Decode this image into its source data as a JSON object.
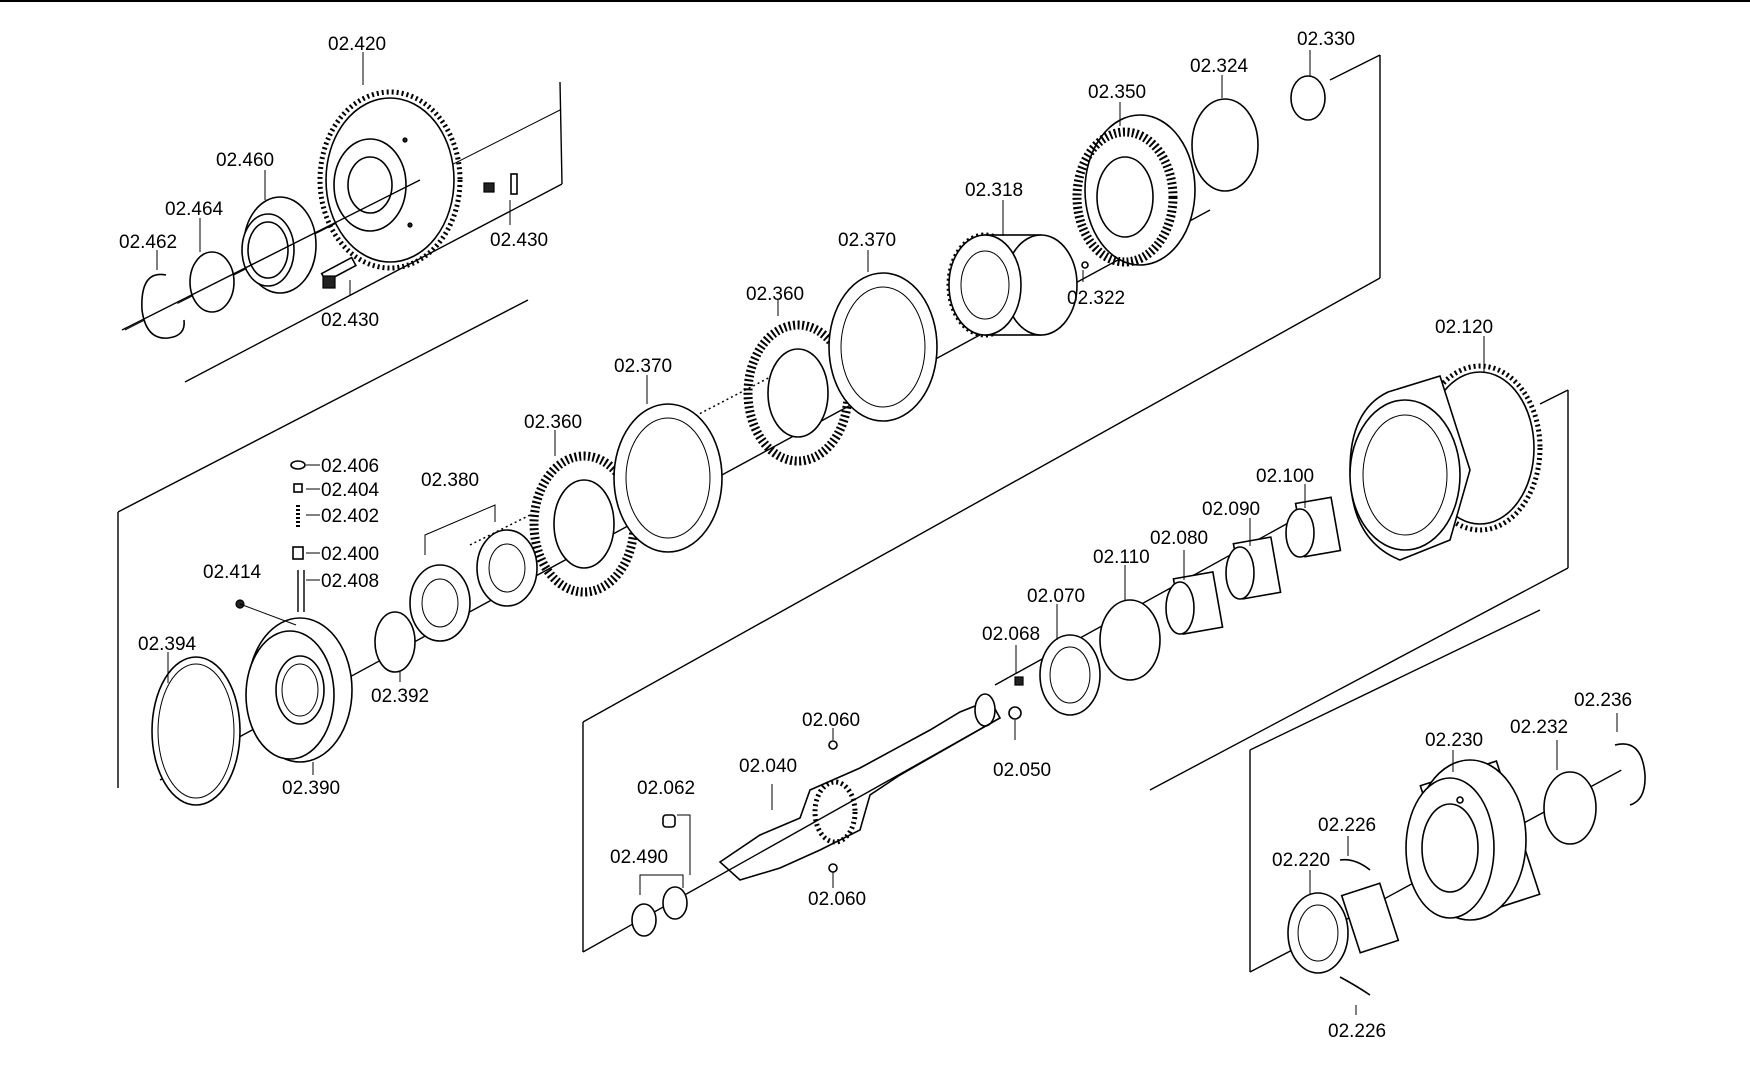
{
  "diagram": {
    "labels": [
      {
        "id": "l1",
        "text": "02.420"
      },
      {
        "id": "l2",
        "text": "02.460"
      },
      {
        "id": "l3",
        "text": "02.464"
      },
      {
        "id": "l4",
        "text": "02.462"
      },
      {
        "id": "l5",
        "text": "02.430"
      },
      {
        "id": "l6",
        "text": "02.430"
      },
      {
        "id": "l7",
        "text": "02.330"
      },
      {
        "id": "l8",
        "text": "02.324"
      },
      {
        "id": "l9",
        "text": "02.350"
      },
      {
        "id": "l10",
        "text": "02.318"
      },
      {
        "id": "l11",
        "text": "02.370"
      },
      {
        "id": "l12",
        "text": "02.322"
      },
      {
        "id": "l13",
        "text": "02.360"
      },
      {
        "id": "l14",
        "text": "02.370"
      },
      {
        "id": "l15",
        "text": "02.360"
      },
      {
        "id": "l16",
        "text": "02.406"
      },
      {
        "id": "l17",
        "text": "02.404"
      },
      {
        "id": "l18",
        "text": "02.402"
      },
      {
        "id": "l19",
        "text": "02.400"
      },
      {
        "id": "l20",
        "text": "02.408"
      },
      {
        "id": "l21",
        "text": "02.414"
      },
      {
        "id": "l22",
        "text": "02.380"
      },
      {
        "id": "l23",
        "text": "02.394"
      },
      {
        "id": "l24",
        "text": "02.392"
      },
      {
        "id": "l25",
        "text": "02.390"
      },
      {
        "id": "l26",
        "text": "02.120"
      },
      {
        "id": "l27",
        "text": "02.100"
      },
      {
        "id": "l28",
        "text": "02.090"
      },
      {
        "id": "l29",
        "text": "02.080"
      },
      {
        "id": "l30",
        "text": "02.110"
      },
      {
        "id": "l31",
        "text": "02.070"
      },
      {
        "id": "l32",
        "text": "02.068"
      },
      {
        "id": "l33",
        "text": "02.060"
      },
      {
        "id": "l34",
        "text": "02.040"
      },
      {
        "id": "l35",
        "text": "02.050"
      },
      {
        "id": "l36",
        "text": "02.062"
      },
      {
        "id": "l37",
        "text": "02.490"
      },
      {
        "id": "l38",
        "text": "02.060"
      },
      {
        "id": "l39",
        "text": "02.236"
      },
      {
        "id": "l40",
        "text": "02.232"
      },
      {
        "id": "l41",
        "text": "02.230"
      },
      {
        "id": "l42",
        "text": "02.226"
      },
      {
        "id": "l43",
        "text": "02.220"
      },
      {
        "id": "l44",
        "text": "02.226"
      }
    ]
  }
}
